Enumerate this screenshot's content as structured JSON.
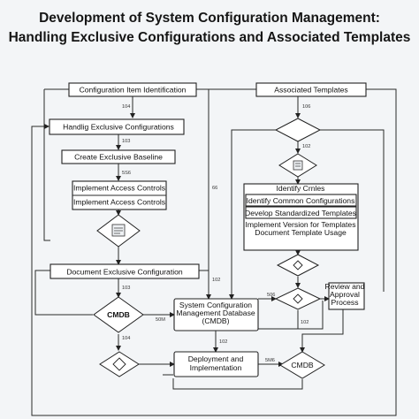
{
  "title_line1": "Development of System Configuration Management:",
  "title_line2": "Handling Exclusive Configurations and Associated Templates",
  "nodes": {
    "config_item_identification": "Configuration Item Identification",
    "handling_exclusive": "Handlig Exclusive Configurations",
    "create_baseline": "Create Exclusive Baseline",
    "access_controls_1": "Implement Access Controls",
    "access_controls_2": "Implement Access Controls",
    "document_exclusive": "Document Exclusive Configuration",
    "cmdb_left": "CMDB",
    "scmdb_line1": "System Configuration",
    "scmdb_line2": "Management Database",
    "scmdb_line3": "(CMDB)",
    "deployment_line1": "Deployment and",
    "deployment_line2": "Implementation",
    "cmdb_bottom": "CMDB",
    "associated_templates": "Associated Templates",
    "identify_crnles": "Identify Crnles",
    "identify_common": "Identify Common Configurations",
    "develop_standardized": "Develop Standardized Templates",
    "implement_version_line1": "Implement Version for Templates",
    "implement_version_line2": "Document Template Usage",
    "review_line1": "Review and",
    "review_line2": "Approval",
    "review_line3": "Process"
  },
  "edge_labels": {
    "e104a": "104",
    "e103a": "103",
    "e5s6": "5S6",
    "e103b": "103",
    "e104b": "104",
    "e106": "106",
    "e102a": "102",
    "e66": "66",
    "e102b": "102",
    "e506": "506",
    "e50m": "50M",
    "e102c": "102",
    "e5m6": "5M6",
    "e102d": "102"
  },
  "icons": [
    "document-icon",
    "document-icon",
    "diamond-icon"
  ],
  "colors": {
    "background": "#f3f5f7",
    "stroke": "#222222",
    "box_fill": "#ffffff"
  }
}
